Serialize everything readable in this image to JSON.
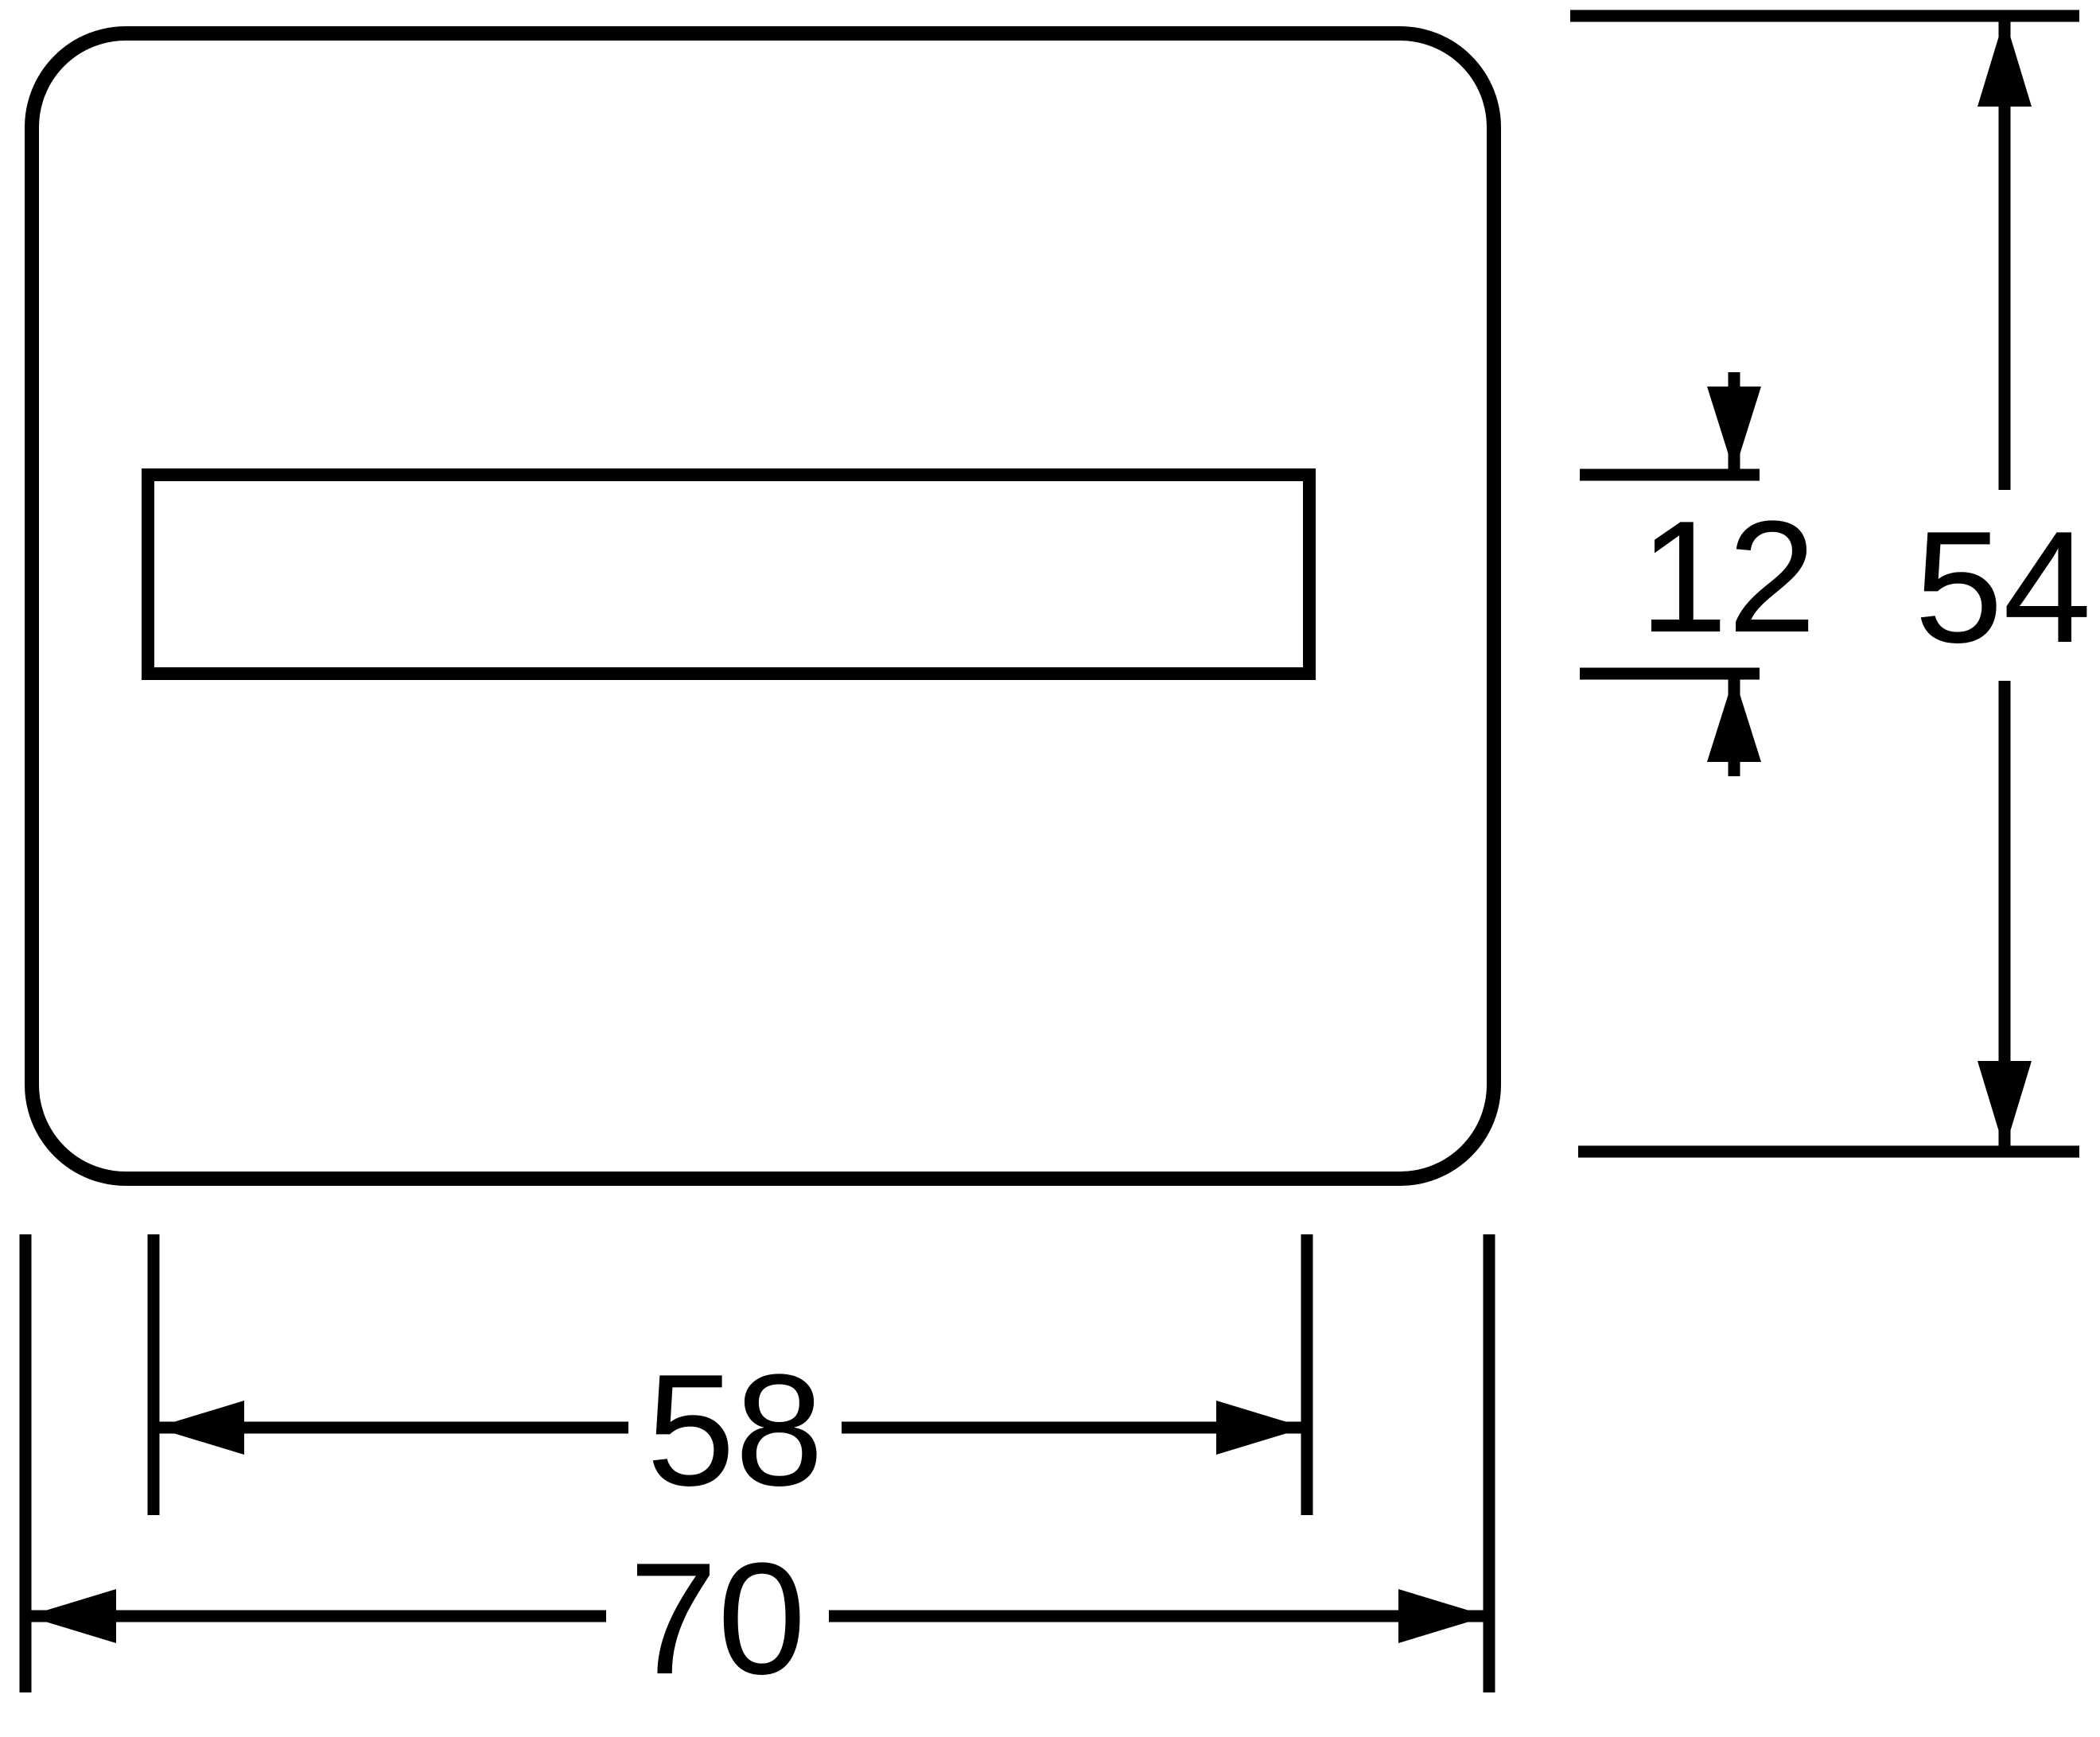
{
  "drawing": {
    "background_color": "#ffffff",
    "line_color": "#000000",
    "dimensions": {
      "outer_width": "70",
      "inner_width": "58",
      "outer_height": "54",
      "slot_height": "12"
    }
  }
}
